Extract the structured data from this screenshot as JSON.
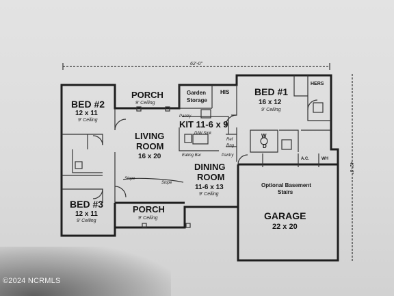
{
  "dimensions": {
    "top_width": "62'-0\"",
    "side_depth": "41'-6\""
  },
  "rooms": {
    "porch_top": {
      "name": "PORCH",
      "ceiling": "9' Ceiling"
    },
    "garden_storage": {
      "line1": "Garden",
      "line2": "Storage"
    },
    "his": "HIS",
    "hers": "HERS",
    "bed1": {
      "name": "BED #1",
      "size": "16 x 12",
      "ceiling": "9' Ceiling"
    },
    "bed2": {
      "name": "BED #2",
      "size": "12 x 11",
      "ceiling": "9' Ceiling"
    },
    "bed3": {
      "name": "BED #3",
      "size": "12 x 11",
      "ceiling": "9' Ceiling"
    },
    "kitchen": {
      "name": "KIT 11-6 x 9",
      "pantry": "Pantry",
      "dw_sink": "D/W  Sink",
      "ref": "Ref",
      "range": "Rng",
      "snack_bar": "Eating Bar"
    },
    "living": {
      "line1": "LIVING",
      "line2": "ROOM",
      "size": "16 x 20"
    },
    "dining": {
      "line1": "DINING",
      "line2": "ROOM",
      "size": "11-6 x 13",
      "ceiling": "9' Ceiling"
    },
    "laundry": {
      "w": "W",
      "d": "D"
    },
    "ac": "A.C.",
    "wh": "WH",
    "slope1": "Slope",
    "slope2": "Slope",
    "pantry2": "Pantry",
    "porch_bottom": {
      "name": "PORCH",
      "ceiling": "9' Ceiling"
    },
    "basement_stairs": {
      "line1": "Optional Basement",
      "line2": "Stairs"
    },
    "garage": {
      "name": "GARAGE",
      "size": "22 x 20"
    }
  },
  "watermark": "©2024 NCRMLS"
}
